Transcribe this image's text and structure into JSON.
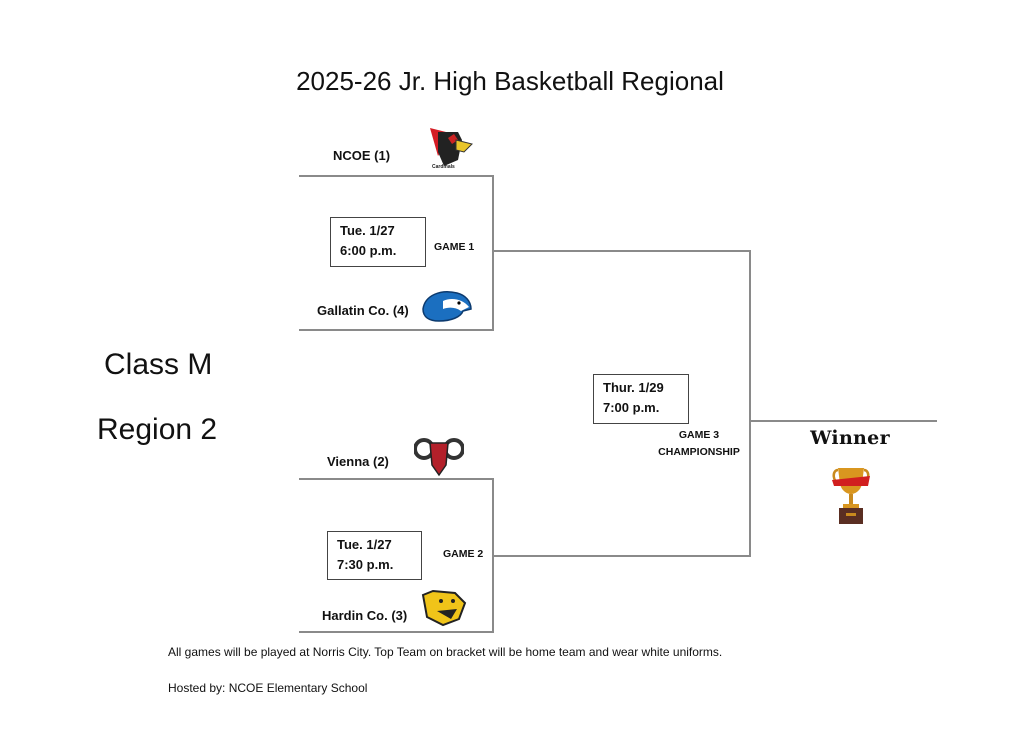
{
  "title": "2025-26  Jr. High Basketball Regional",
  "class_label": "Class M",
  "region_label": "Region 2",
  "games": [
    {
      "label": "GAME 1",
      "day": "Tue. 1/27",
      "time": "6:00 p.m.",
      "top_team": {
        "name": "NCOE (1)",
        "logo": "cardinal-logo",
        "logo_text": "Cardinals"
      },
      "bottom_team": {
        "name": "Gallatin Co. (4)",
        "logo": "eagle-logo"
      }
    },
    {
      "label": "GAME 2",
      "day": "Tue. 1/27",
      "time": "7:30 p.m.",
      "top_team": {
        "name": "Vienna (2)",
        "logo": "ram-logo"
      },
      "bottom_team": {
        "name": "Hardin Co. (3)",
        "logo": "cougar-logo"
      }
    },
    {
      "label": "GAME 3",
      "sublabel": "CHAMPIONSHIP",
      "day": "Thur. 1/29",
      "time": "7:00 p.m."
    }
  ],
  "winner_label": "Winner",
  "winner_icon": "trophy-icon",
  "notes": [
    "All games will be played at Norris City.  Top Team on bracket will be home team and wear white uniforms.",
    "Hosted by: NCOE Elementary School"
  ]
}
